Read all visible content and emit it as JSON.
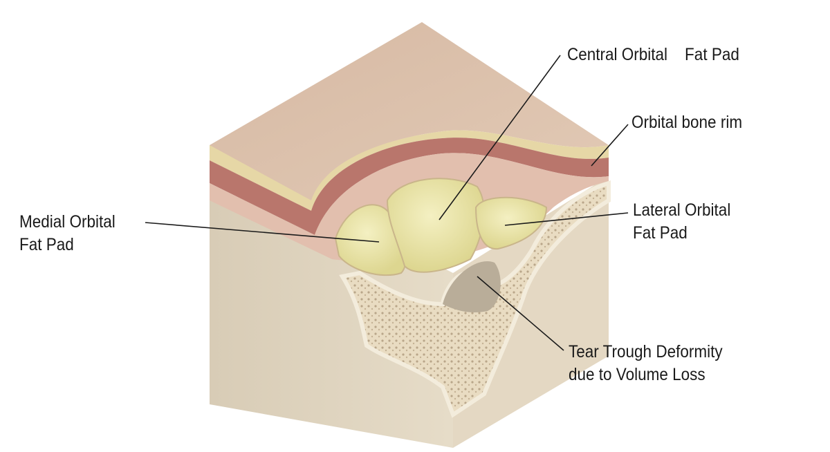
{
  "labels": {
    "central": {
      "text": "Central Orbital    Fat Pad"
    },
    "rim": {
      "text": "Orbital bone rim"
    },
    "medial": {
      "line1": "Medial Orbital",
      "line2": "Fat Pad"
    },
    "lateral": {
      "line1": "Lateral Orbital",
      "line2": "Fat Pad"
    },
    "trough": {
      "line1": "Tear Trough Deformity",
      "line2": "due to Volume Loss"
    }
  },
  "colors": {
    "skin": "#d9bfa8",
    "block_side": "#ddd0bb",
    "muscle": "#b9766c",
    "fat": "#ece8ac",
    "bone": "#efe6d2",
    "leader": "#1a1a1a"
  }
}
